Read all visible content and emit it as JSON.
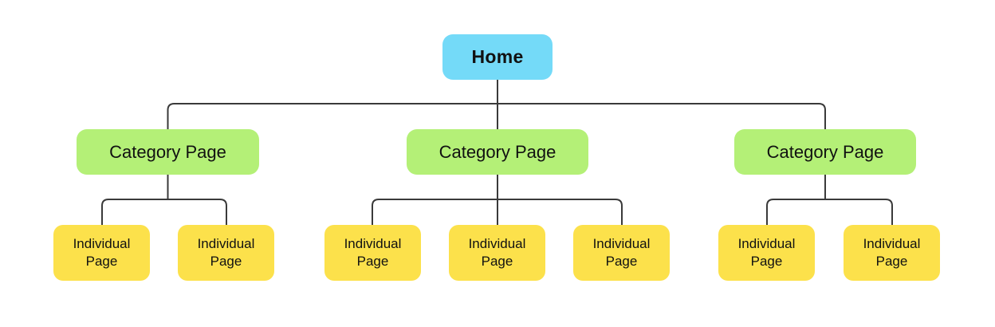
{
  "diagram": {
    "type": "sitemap-tree",
    "colors": {
      "background": "#ffffff",
      "home": "#74daf8",
      "category": "#b4f077",
      "individual": "#fce14b",
      "line": "#3a3a3a",
      "text": "#111111"
    },
    "home": {
      "label": "Home"
    },
    "categories": [
      {
        "label": "Category Page",
        "children": [
          {
            "label": "Individual Page"
          },
          {
            "label": "Individual Page"
          }
        ]
      },
      {
        "label": "Category Page",
        "children": [
          {
            "label": "Individual Page"
          },
          {
            "label": "Individual Page"
          },
          {
            "label": "Individual Page"
          }
        ]
      },
      {
        "label": "Category Page",
        "children": [
          {
            "label": "Individual Page"
          },
          {
            "label": "Individual Page"
          }
        ]
      }
    ]
  }
}
